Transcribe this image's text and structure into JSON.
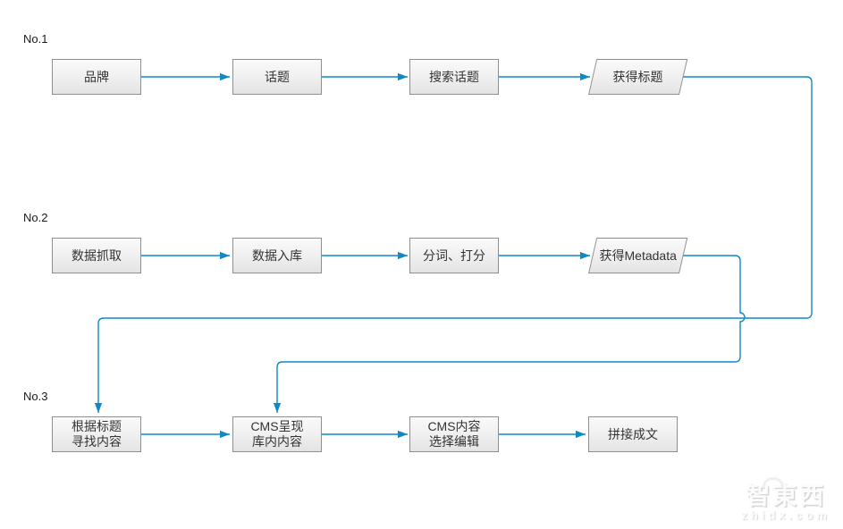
{
  "colors": {
    "connector": "#0f88c5",
    "node_border": "#8f8f8f",
    "node_fill_top": "#fafafa",
    "node_fill_bottom": "#e3e3e3",
    "node_text": "#333333"
  },
  "rows": [
    {
      "label": "No.1",
      "boxes": [
        {
          "line1": "品牌",
          "shape": "rect"
        },
        {
          "line1": "话题",
          "shape": "rect"
        },
        {
          "line1": "搜索话题",
          "shape": "rect"
        },
        {
          "line1": "获得标题",
          "shape": "parallelogram"
        }
      ]
    },
    {
      "label": "No.2",
      "boxes": [
        {
          "line1": "数据抓取",
          "shape": "rect"
        },
        {
          "line1": "数据入库",
          "shape": "rect"
        },
        {
          "line1": "分词、打分",
          "shape": "rect"
        },
        {
          "line1": "获得Metadata",
          "shape": "parallelogram"
        }
      ]
    },
    {
      "label": "No.3",
      "boxes": [
        {
          "line1": "根据标题",
          "line2": "寻找内容",
          "shape": "rect"
        },
        {
          "line1": "CMS呈现",
          "line2": "库内内容",
          "shape": "rect"
        },
        {
          "line1": "CMS内容",
          "line2": "选择编辑",
          "shape": "rect"
        },
        {
          "line1": "拼接成文",
          "shape": "rect"
        }
      ]
    }
  ],
  "watermark": {
    "brand": "智東西",
    "site": "zhidx.com"
  }
}
